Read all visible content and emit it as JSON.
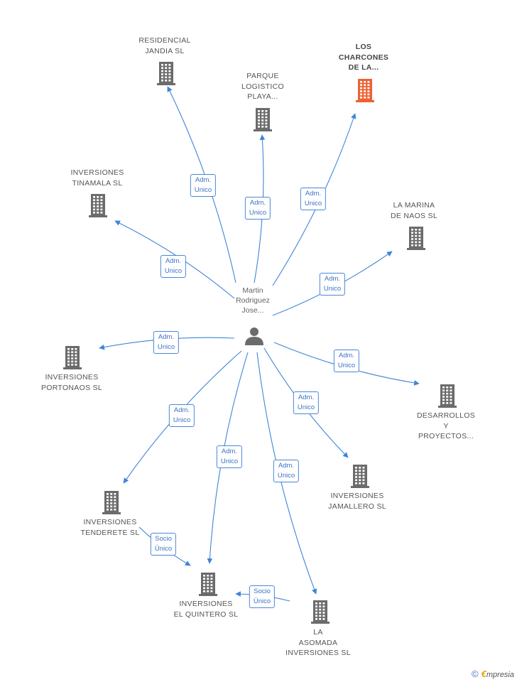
{
  "colors": {
    "edge": "#3f85d8",
    "node_icon": "#6b6b6b",
    "highlight_icon": "#ee6133",
    "label_border": "#4a86d6"
  },
  "icons": {
    "company": "building-icon",
    "person": "person-icon",
    "copyright": "copyright-icon"
  },
  "person": {
    "lines": [
      "Martin",
      "Rodriguez",
      "Jose..."
    ]
  },
  "nodes": [
    {
      "id": "residencial",
      "lines": [
        "RESIDENCIAL",
        "JANDIA SL"
      ],
      "highlight": false
    },
    {
      "id": "parque",
      "lines": [
        "PARQUE",
        "LOGISTICO",
        "PLAYA..."
      ],
      "highlight": false
    },
    {
      "id": "charcones",
      "lines": [
        "LOS",
        "CHARCONES",
        "DE LA..."
      ],
      "highlight": true
    },
    {
      "id": "tinamala",
      "lines": [
        "INVERSIONES",
        "TINAMALA SL"
      ],
      "highlight": false
    },
    {
      "id": "marina",
      "lines": [
        "LA MARINA",
        "DE NAOS SL"
      ],
      "highlight": false
    },
    {
      "id": "portonaos",
      "lines": [
        "INVERSIONES",
        "PORTONAOS SL"
      ],
      "highlight": false
    },
    {
      "id": "desarrollos",
      "lines": [
        "DESARROLLOS",
        "Y",
        "PROYECTOS..."
      ],
      "highlight": false
    },
    {
      "id": "jamallero",
      "lines": [
        "INVERSIONES",
        "JAMALLERO SL"
      ],
      "highlight": false
    },
    {
      "id": "tenderete",
      "lines": [
        "INVERSIONES",
        "TENDERETE SL"
      ],
      "highlight": false
    },
    {
      "id": "quintero",
      "lines": [
        "INVERSIONES",
        "EL QUINTERO SL"
      ],
      "highlight": false
    },
    {
      "id": "asomada",
      "lines": [
        "LA",
        "ASOMADA",
        "INVERSIONES SL"
      ],
      "highlight": false
    }
  ],
  "edges": [
    {
      "from": "person",
      "to": "residencial",
      "label": [
        "Adm.",
        "Unico"
      ]
    },
    {
      "from": "person",
      "to": "parque",
      "label": [
        "Adm.",
        "Unico"
      ]
    },
    {
      "from": "person",
      "to": "charcones",
      "label": [
        "Adm.",
        "Unico"
      ]
    },
    {
      "from": "person",
      "to": "tinamala",
      "label": [
        "Adm.",
        "Unico"
      ]
    },
    {
      "from": "person",
      "to": "marina",
      "label": [
        "Adm.",
        "Unico"
      ]
    },
    {
      "from": "person",
      "to": "portonaos",
      "label": [
        "Adm.",
        "Unico"
      ]
    },
    {
      "from": "person",
      "to": "desarrollos",
      "label": [
        "Adm.",
        "Unico"
      ]
    },
    {
      "from": "person",
      "to": "jamallero",
      "label": [
        "Adm.",
        "Unico"
      ]
    },
    {
      "from": "person",
      "to": "tenderete",
      "label": [
        "Adm.",
        "Unico"
      ]
    },
    {
      "from": "person",
      "to": "quintero",
      "label": [
        "Adm.",
        "Unico"
      ]
    },
    {
      "from": "person",
      "to": "asomada",
      "label": [
        "Adm.",
        "Unico"
      ]
    },
    {
      "from": "tenderete",
      "to": "quintero",
      "label": [
        "Socio",
        "Único"
      ]
    },
    {
      "from": "asomada",
      "to": "quintero",
      "label": [
        "Socio",
        "Único"
      ]
    }
  ],
  "footer": {
    "copyright": "©",
    "brand_initial": "€",
    "brand_rest": "mpresia"
  }
}
